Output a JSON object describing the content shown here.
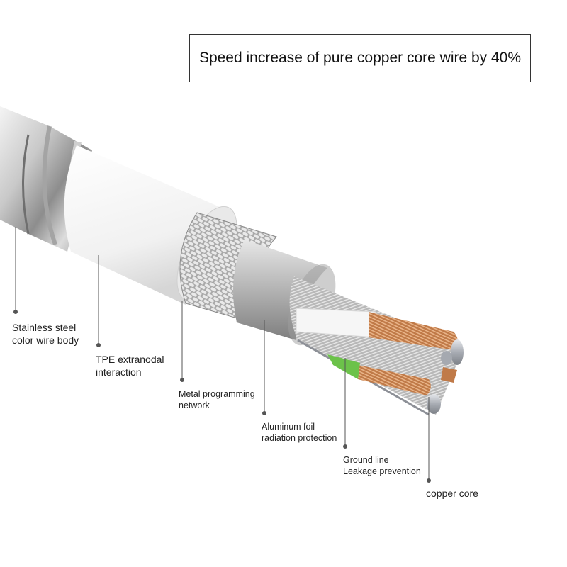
{
  "headline": "Speed increase of pure copper core wire by 40%",
  "labels": {
    "steel": [
      "Stainless steel",
      "color wire body"
    ],
    "tpe": [
      "TPE extranodal",
      "interaction"
    ],
    "braid": [
      "Metal programming",
      "network"
    ],
    "foil": [
      "Aluminum foil",
      "radiation protection"
    ],
    "ground": [
      "Ground line",
      "Leakage prevention"
    ],
    "copper": [
      "copper core"
    ]
  },
  "colors": {
    "copper": "#c8875a",
    "wire_silver": "#b9bcc2",
    "insulation_white": "#f3f3f3",
    "green_wire": "#6cc24a",
    "leader_line": "#555555"
  }
}
